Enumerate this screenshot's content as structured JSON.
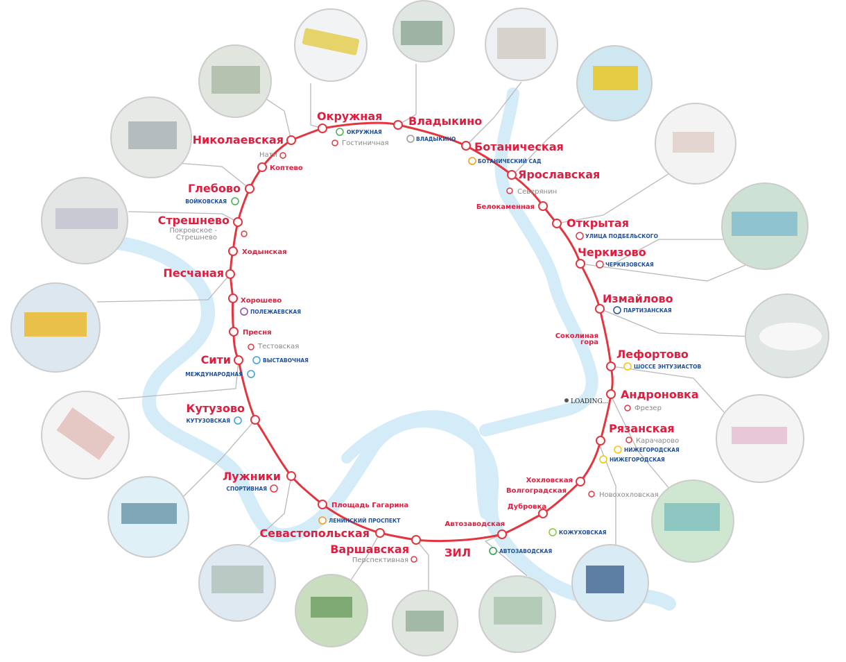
{
  "colors": {
    "ring": "#e4353f",
    "station_label": "#e01d3e",
    "minor_label": "#888888",
    "metro_label": "#1f4f9c",
    "river": "#d3ecf8",
    "leader": "#b8b8b8"
  },
  "loading_text": "LOADING...",
  "stations": [
    {
      "name": "Окружная",
      "size": "big"
    },
    {
      "name": "Владыкино",
      "size": "big"
    },
    {
      "name": "Ботаническая",
      "size": "big"
    },
    {
      "name": "Ярославская",
      "size": "big"
    },
    {
      "name": "Белокаменная",
      "size": "small"
    },
    {
      "name": "Открытая",
      "size": "big"
    },
    {
      "name": "Черкизово",
      "size": "big"
    },
    {
      "name": "Измайлово",
      "size": "big"
    },
    {
      "name": "Соколиная",
      "size": "small"
    },
    {
      "name": "гора",
      "size": "small"
    },
    {
      "name": "Лефортово",
      "size": "big"
    },
    {
      "name": "Андроновка",
      "size": "big"
    },
    {
      "name": "Рязанская",
      "size": "big"
    },
    {
      "name": "Хохловская",
      "size": "small"
    },
    {
      "name": "Волгоградская",
      "size": "small"
    },
    {
      "name": "Дубровка",
      "size": "small"
    },
    {
      "name": "Автозаводская",
      "size": "small"
    },
    {
      "name": "ЗИЛ",
      "size": "big"
    },
    {
      "name": "Варшавская",
      "size": "big"
    },
    {
      "name": "Севастопольская",
      "size": "big"
    },
    {
      "name": "Площадь Гагарина",
      "size": "small"
    },
    {
      "name": "Лужники",
      "size": "big"
    },
    {
      "name": "Кутузово",
      "size": "big"
    },
    {
      "name": "Сити",
      "size": "big"
    },
    {
      "name": "Пресня",
      "size": "small"
    },
    {
      "name": "Хорошево",
      "size": "small"
    },
    {
      "name": "Песчаная",
      "size": "big"
    },
    {
      "name": "Ходынская",
      "size": "small"
    },
    {
      "name": "Стрешнево",
      "size": "big"
    },
    {
      "name": "Глебово",
      "size": "big"
    },
    {
      "name": "Коптево",
      "size": "small"
    },
    {
      "name": "Николаевская",
      "size": "big"
    }
  ],
  "minor_labels": [
    "Гостиничная",
    "Северянин",
    "Фрезер",
    "Карачарово",
    "Новохохловская",
    "Перспективная",
    "Тестовская",
    "Покровское -",
    "Стрешнево",
    "Нати"
  ],
  "metro_transfers": [
    {
      "name": "ОКРУЖНАЯ",
      "color": "#4caf50"
    },
    {
      "name": "ВЛАДЫКИНО",
      "color": "#999999"
    },
    {
      "name": "БОТАНИЧЕСКИЙ САД",
      "color": "#f39c12"
    },
    {
      "name": "УЛИЦА ПОДБЕЛЬСКОГО",
      "color": "#e4353f"
    },
    {
      "name": "ЧЕРКИЗОВСКАЯ",
      "color": "#e4353f"
    },
    {
      "name": "ПАРТИЗАНСКАЯ",
      "color": "#1f4f9c"
    },
    {
      "name": "ШОССЕ ЭНТУЗИАСТОВ",
      "color": "#f2c500"
    },
    {
      "name": "НИЖЕГОРОДСКАЯ",
      "color": "#f2c500"
    },
    {
      "name": "НИЖЕГОРОДСКАЯ",
      "color": "#f2c500"
    },
    {
      "name": "КОЖУХОВСКАЯ",
      "color": "#8cc63f"
    },
    {
      "name": "АВТОЗАВОДСКАЯ",
      "color": "#2e9e4d"
    },
    {
      "name": "ЛЕНИНСКИЙ ПРОСПЕКТ",
      "color": "#f39c12"
    },
    {
      "name": "СПОРТИВНАЯ",
      "color": "#e4353f"
    },
    {
      "name": "КУТУЗОВСКАЯ",
      "color": "#3aa0dd"
    },
    {
      "name": "МЕЖДУНАРОДНАЯ",
      "color": "#3aa0dd"
    },
    {
      "name": "ВЫСТАВОЧНАЯ",
      "color": "#3aa0dd"
    },
    {
      "name": "ПОЛЕЖАЕВСКАЯ",
      "color": "#8e44ad"
    },
    {
      "name": "ВОЙКОВСКАЯ",
      "color": "#4caf50"
    }
  ]
}
